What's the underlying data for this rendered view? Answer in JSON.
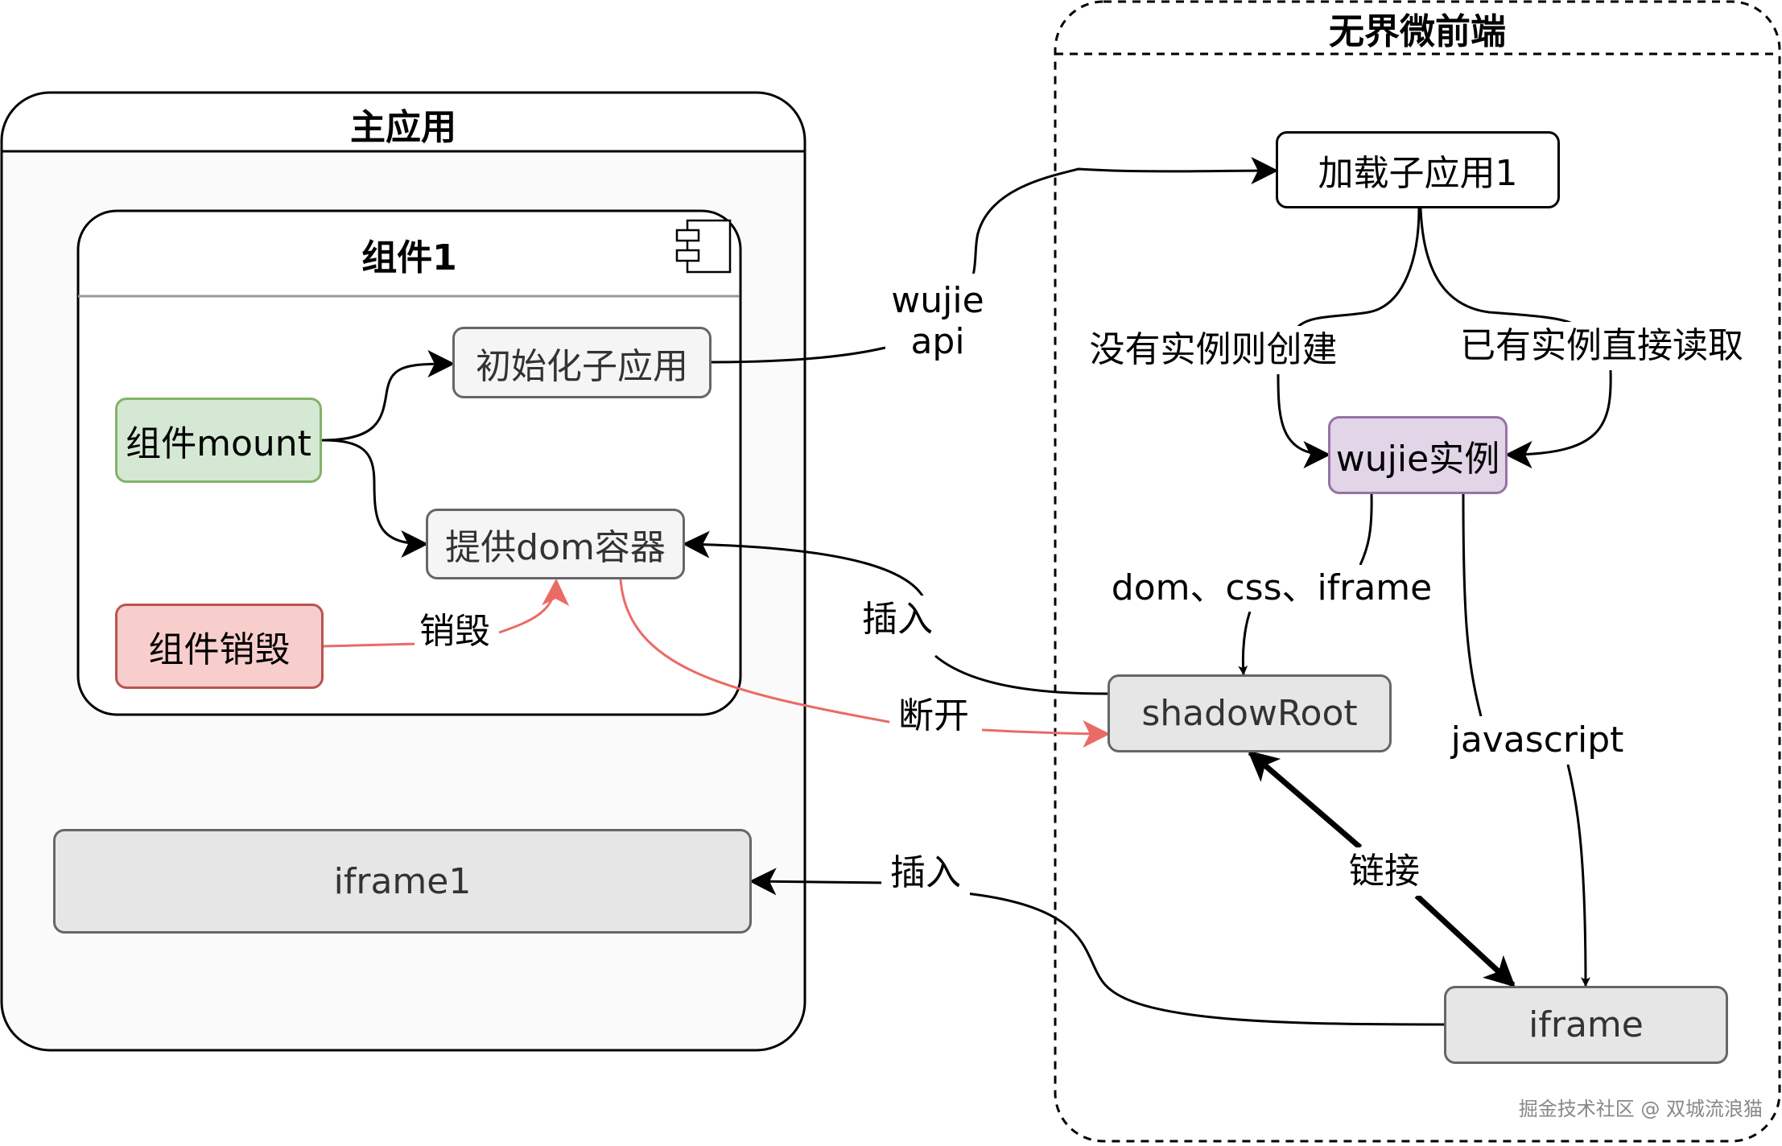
{
  "containers": {
    "main_app": {
      "title": "主应用"
    },
    "component": {
      "title": "组件1",
      "icon": "uml-component-icon"
    },
    "wujie": {
      "title": "无界微前端"
    }
  },
  "nodes": {
    "init_subapp": "初始化子应用",
    "component_mount": "组件mount",
    "provide_dom": "提供dom容器",
    "component_destroy": "组件销毁",
    "iframe1": "iframe1",
    "load_subapp": "加载子应用1",
    "wujie_instance": "wujie实例",
    "shadow_root": "shadowRoot",
    "iframe": "iframe"
  },
  "edge_labels": {
    "destroy": "销毁",
    "wujie_api_line1": "wujie",
    "wujie_api_line2": "api",
    "create_if_none": "没有实例则创建",
    "read_if_exists": "已有实例直接读取",
    "dom_css_iframe": "dom、css、iframe",
    "javascript": "javascript",
    "insert_dom": "插入",
    "disconnect": "断开",
    "link": "链接",
    "insert_iframe": "插入"
  },
  "colors": {
    "edge_default": "#000000",
    "edge_destroy": "#ea6b66",
    "green_fill": "#d5e8d4",
    "red_fill": "#f8cecc",
    "purple_fill": "#e1d5e7"
  },
  "watermark": "掘金技术社区 @ 双城流浪猫"
}
